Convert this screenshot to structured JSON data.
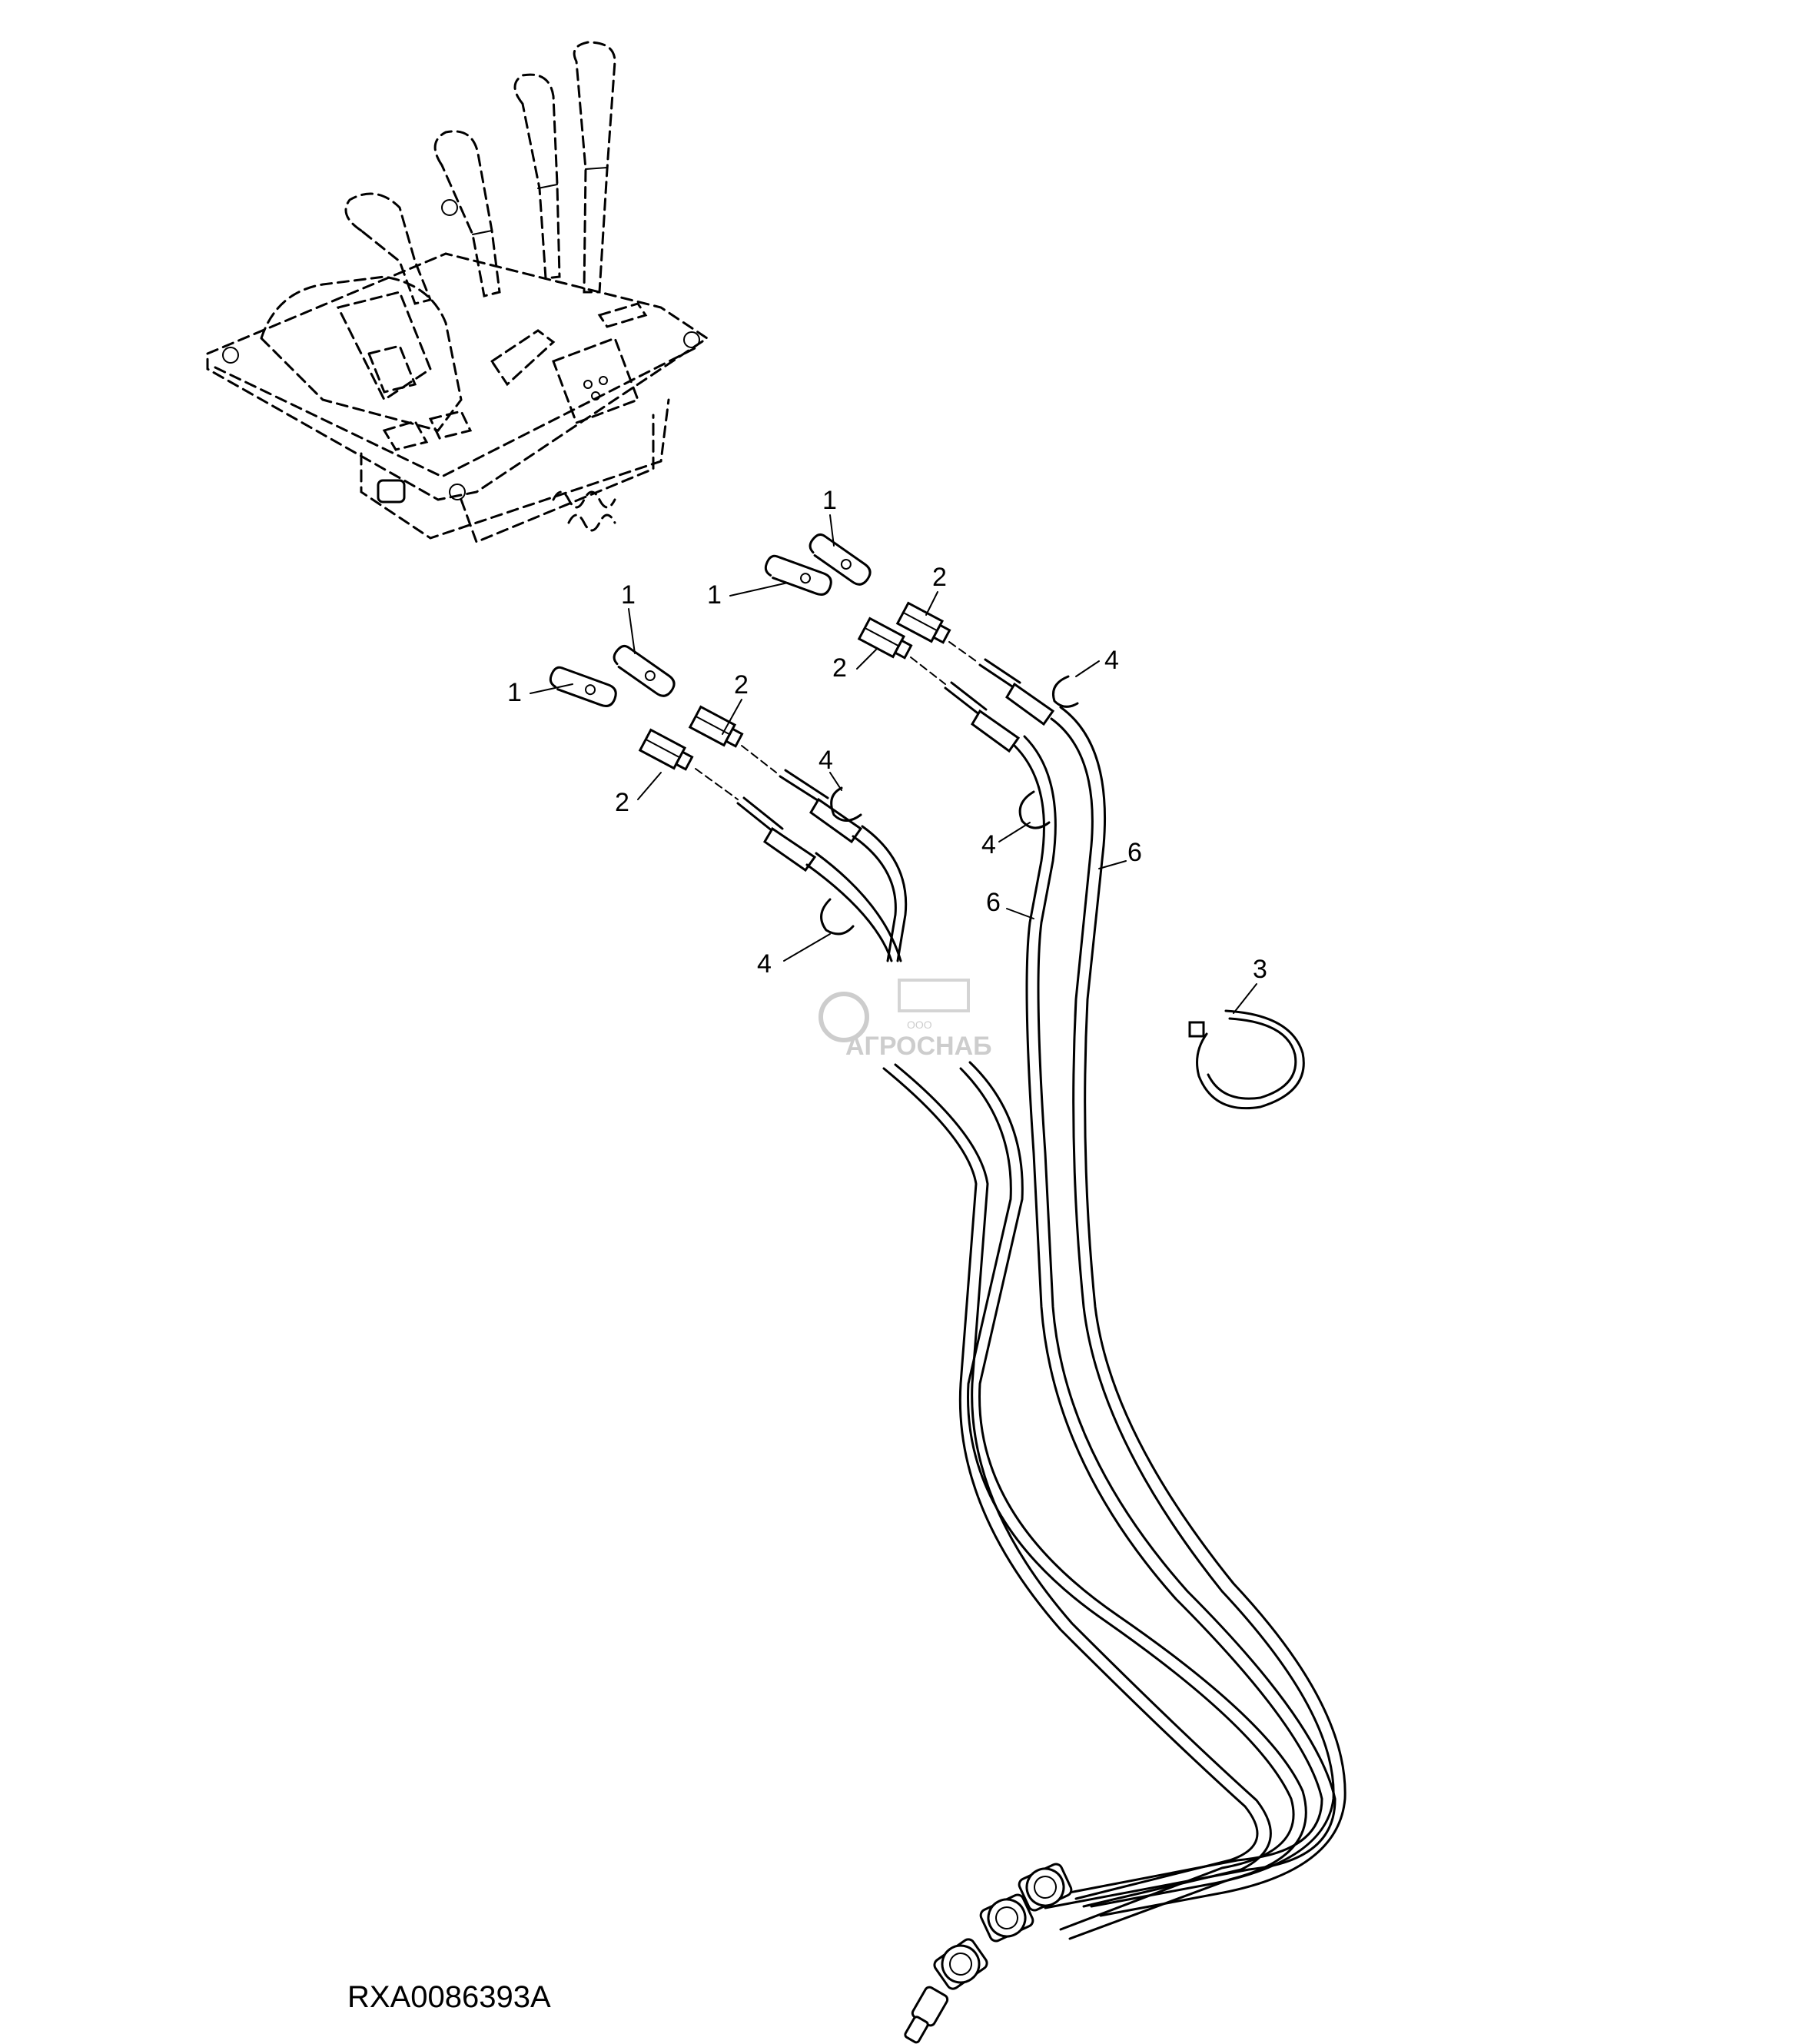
{
  "figure_id": "RXA0086393A",
  "watermark": {
    "brand": "АГРОСНАБ",
    "prefix": "ООО"
  },
  "callouts": {
    "c1a": "1",
    "c1b": "1",
    "c1c": "1",
    "c1d": "1",
    "c2a": "2",
    "c2b": "2",
    "c2c": "2",
    "c2d": "2",
    "c3": "3",
    "c4a": "4",
    "c4b": "4",
    "c4c": "4",
    "c4d": "4",
    "c6a": "6",
    "c6b": "6"
  }
}
